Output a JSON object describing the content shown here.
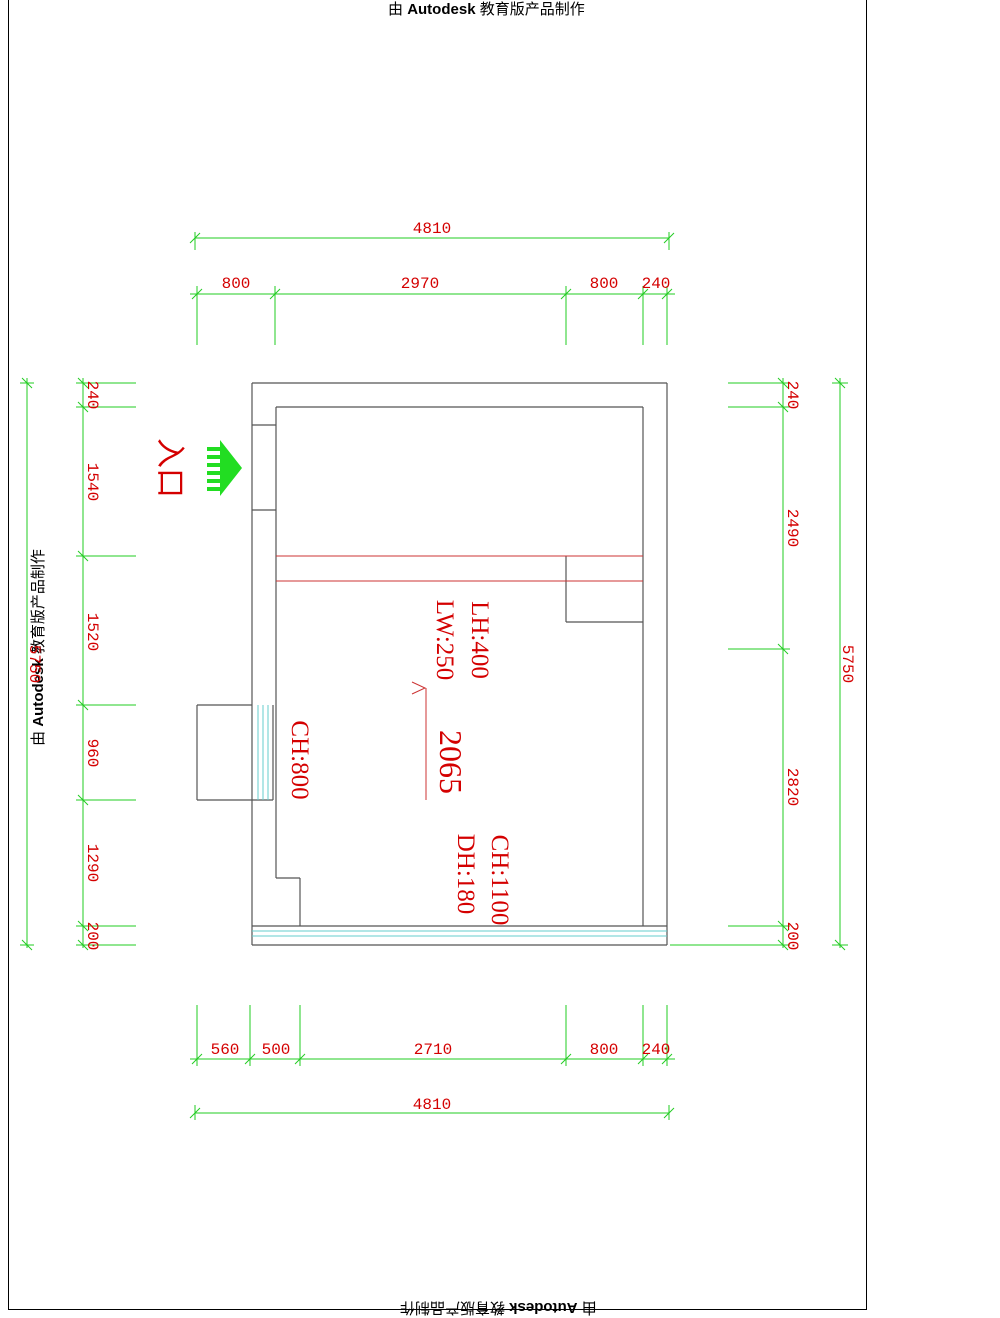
{
  "watermark": {
    "prefix": "由",
    "brand": "Autodesk",
    "suffix": "教育版产品制作"
  },
  "dimensions": {
    "top_total": "4810",
    "top_segments": [
      "800",
      "2970",
      "800",
      "240"
    ],
    "bottom_segments": [
      "560",
      "500",
      "2710",
      "800",
      "240"
    ],
    "bottom_total": "4810",
    "left_total": "5750",
    "left_segments": [
      "240",
      "1540",
      "1520",
      "960",
      "1290",
      "200"
    ],
    "right_total": "5750",
    "right_segments": [
      "240",
      "2490",
      "2820",
      "200"
    ]
  },
  "labels": {
    "entrance": "入口",
    "lh": "LH:400",
    "lw": "LW:250",
    "height_value": "2065",
    "ch_800": "CH:800",
    "ch_1100": "CH:1100",
    "dh_180": "DH:180"
  },
  "colors": {
    "dimension_line": "#22cc22",
    "text": "#d40000",
    "arrow": "#22dd22"
  }
}
